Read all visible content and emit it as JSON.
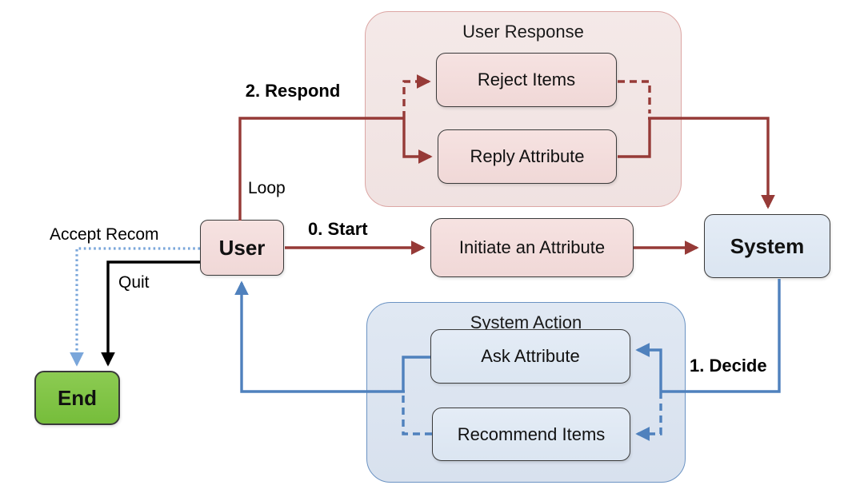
{
  "diagram": {
    "nodes": {
      "user": "User",
      "system": "System",
      "end": "End",
      "initiate": "Initiate an Attribute"
    },
    "groups": {
      "user_response": {
        "title": "User Response",
        "items": [
          "Reject Items",
          "Reply Attribute"
        ]
      },
      "system_action": {
        "title": "System Action",
        "items": [
          "Ask Attribute",
          "Recommend Items"
        ]
      }
    },
    "edge_labels": {
      "respond": "2. Respond",
      "loop": "Loop",
      "start": "0. Start",
      "decide": "1. Decide",
      "accept": "Accept Recom",
      "quit": "Quit"
    },
    "edges": [
      {
        "from": "User",
        "to": "User Response",
        "label": "2. Respond / Loop",
        "style": "solid",
        "color": "#963a37"
      },
      {
        "from": "User Response",
        "to": "Reject Items",
        "style": "dashed",
        "color": "#963a37"
      },
      {
        "from": "User Response",
        "to": "Reply Attribute",
        "style": "solid",
        "color": "#963a37"
      },
      {
        "from": "User Response",
        "to": "System",
        "style": "solid",
        "color": "#963a37"
      },
      {
        "from": "User",
        "to": "Initiate an Attribute",
        "label": "0. Start",
        "style": "solid",
        "color": "#963a37"
      },
      {
        "from": "Initiate an Attribute",
        "to": "System",
        "style": "solid",
        "color": "#963a37"
      },
      {
        "from": "System",
        "to": "System Action",
        "label": "1. Decide",
        "style": "solid",
        "color": "#4f81bd"
      },
      {
        "from": "System Action",
        "to": "Ask Attribute",
        "style": "solid",
        "color": "#4f81bd"
      },
      {
        "from": "System Action",
        "to": "Recommend Items",
        "style": "dashed",
        "color": "#4f81bd"
      },
      {
        "from": "System Action",
        "to": "User",
        "style": "solid",
        "color": "#4f81bd"
      },
      {
        "from": "User",
        "to": "End",
        "label": "Accept Recom",
        "style": "dotted",
        "color": "#7aa6da"
      },
      {
        "from": "User",
        "to": "End",
        "label": "Quit",
        "style": "solid",
        "color": "#000000"
      }
    ],
    "colors": {
      "red_edge": "#963a37",
      "blue_edge": "#4f81bd",
      "dotted_edge": "#7aa6da",
      "black_edge": "#000000",
      "pink_node_fill": "#f3dddc",
      "pink_group_fill": "#f2e6e5",
      "pink_group_border": "#dca6a4",
      "blue_node_fill": "#dfe8f3",
      "blue_group_fill": "#dce4f0",
      "blue_group_border": "#6b93c3",
      "green_node_fill": "#7dc142"
    }
  }
}
